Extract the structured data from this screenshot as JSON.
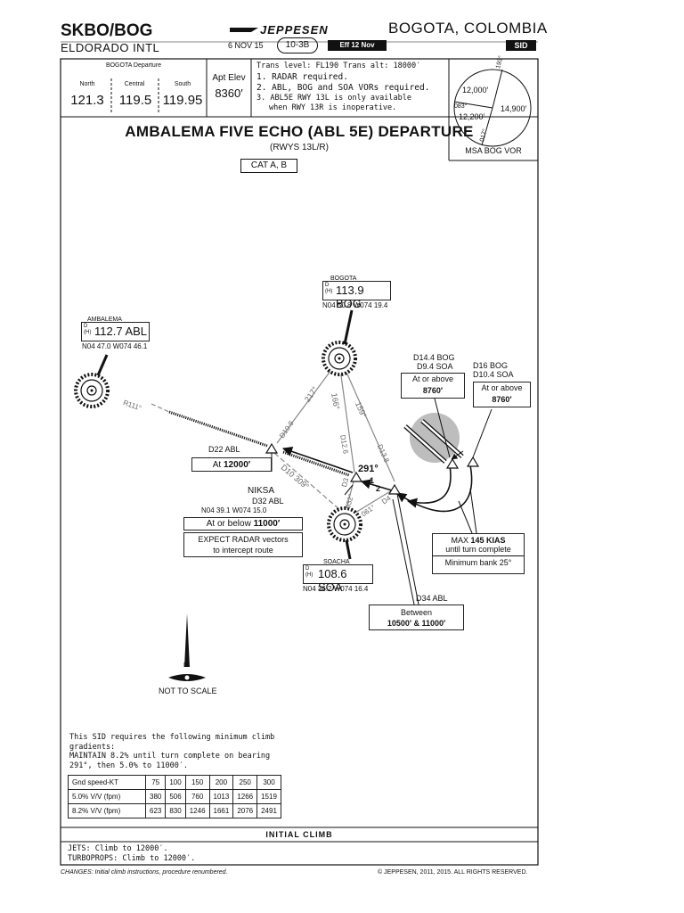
{
  "header": {
    "airport_code": "SKBO/BOG",
    "airport_name": "ELDORADO INTL",
    "brand": "JEPPESEN",
    "location": "BOGOTA, COLOMBIA",
    "date": "6 NOV 15",
    "chart_number": "10-3B",
    "effective": "Eff 12 Nov",
    "chart_type": "SID"
  },
  "comms": {
    "title": "BOGOTA Departure",
    "north_label": "North",
    "north_freq": "121.3",
    "central_label": "Central",
    "central_freq": "119.5",
    "south_label": "South",
    "south_freq": "119.95"
  },
  "elevation": {
    "label": "Apt Elev",
    "value": "8360′"
  },
  "notes": {
    "trans_line": "Trans level: FL190    Trans alt: 18000′",
    "note1": "1. RADAR required.",
    "note2": "2. ABL, BOG and SOA VORs required.",
    "note3a": "3. ABL5E RWY 13L is only available",
    "note3b": "when RWY 13R is inoperative."
  },
  "msa": {
    "label": "MSA BOG VOR",
    "alt_top_left": "12,000′",
    "alt_right": "14,900′",
    "alt_bottom_left": "12,200′",
    "bearing_193": "193°",
    "bearing_083": "083°",
    "bearing_017": "017°"
  },
  "title": {
    "name": "AMBALEMA FIVE ECHO (ABL 5E) DEPARTURE",
    "runways": "(RWYS 13L/R)",
    "category": "CAT A, B"
  },
  "navaids": {
    "bogota": {
      "name": "BOGOTA",
      "class": "D (H)",
      "freq_ident": "113.9 BOG",
      "coords": "N04 50.8 W074 19.4"
    },
    "ambalema": {
      "name": "AMBALEMA",
      "class": "D (H)",
      "freq_ident": "112.7 ABL",
      "coords": "N04 47.0 W074 46.1"
    },
    "soacha": {
      "name": "SOACHA",
      "class": "D (H)",
      "freq_ident": "108.6 SOA",
      "coords": "N04 36.2 W074 16.4"
    }
  },
  "fixes": {
    "d14_bog": "D14.4 BOG",
    "d9_soa": "D9.4 SOA",
    "d16_bog": "D16 BOG",
    "d10_soa": "D10.4 SOA",
    "at_or_above": "At or above",
    "alt_8760_a": "8760′",
    "alt_8760_b": "8760′",
    "d22_abl": "D22 ABL",
    "at_12000_prefix": "At",
    "at_12000_value": "12000′",
    "niksa": "NIKSA",
    "niksa_dist": "D32 ABL",
    "niksa_coords": "N04 39.1 W074 15.0",
    "at_or_below": "At or below",
    "alt_11000": "11000′",
    "expect_radar_1": "EXPECT RADAR vectors",
    "expect_radar_2": "to intercept route",
    "d34_abl": "D34 ABL",
    "between": "Between",
    "between_alts": "10500′ & 11000′",
    "max_kias_prefix": "MAX",
    "max_kias_value": "145 KIAS",
    "until_turn": "until turn complete",
    "min_bank": "Minimum bank 25°"
  },
  "route_labels": {
    "r111": "R111°",
    "r217": "217°",
    "r166": "166°",
    "r159": "159°",
    "d10_9": "D10.9",
    "d12_6": "D12.6",
    "d13_8": "D13.8",
    "r291": "291°",
    "d10_309": "D10 309°",
    "r032": "032°",
    "r061": "061°",
    "d3": "D3",
    "d4": "D4",
    "n1": "1",
    "n2": "2"
  },
  "north_arrow": {
    "n": "N",
    "scale": "NOT TO SCALE"
  },
  "climb": {
    "line1": "This SID requires the following minimum climb",
    "line2": "gradients:",
    "line3": "MAINTAIN 8.2% until turn complete on bearing",
    "line4": "291°, then 5.0% to 11000′.",
    "header": [
      "Gnd speed-KT",
      "75",
      "100",
      "150",
      "200",
      "250",
      "300"
    ],
    "row1": [
      "5.0% V/V (fpm)",
      "380",
      "506",
      "760",
      "1013",
      "1266",
      "1519"
    ],
    "row2": [
      "8.2% V/V (fpm)",
      "623",
      "830",
      "1246",
      "1661",
      "2076",
      "2491"
    ]
  },
  "initial_climb": {
    "title": "INITIAL CLIMB",
    "jets": "JETS: Climb to 12000′.",
    "turboprops": "TURBOPROPS: Climb to 12000′."
  },
  "footer": {
    "changes": "CHANGES:  Initial climb instructions, procedure renumbered.",
    "copyright": "© JEPPESEN, 2011, 2015. ALL RIGHTS RESERVED."
  }
}
